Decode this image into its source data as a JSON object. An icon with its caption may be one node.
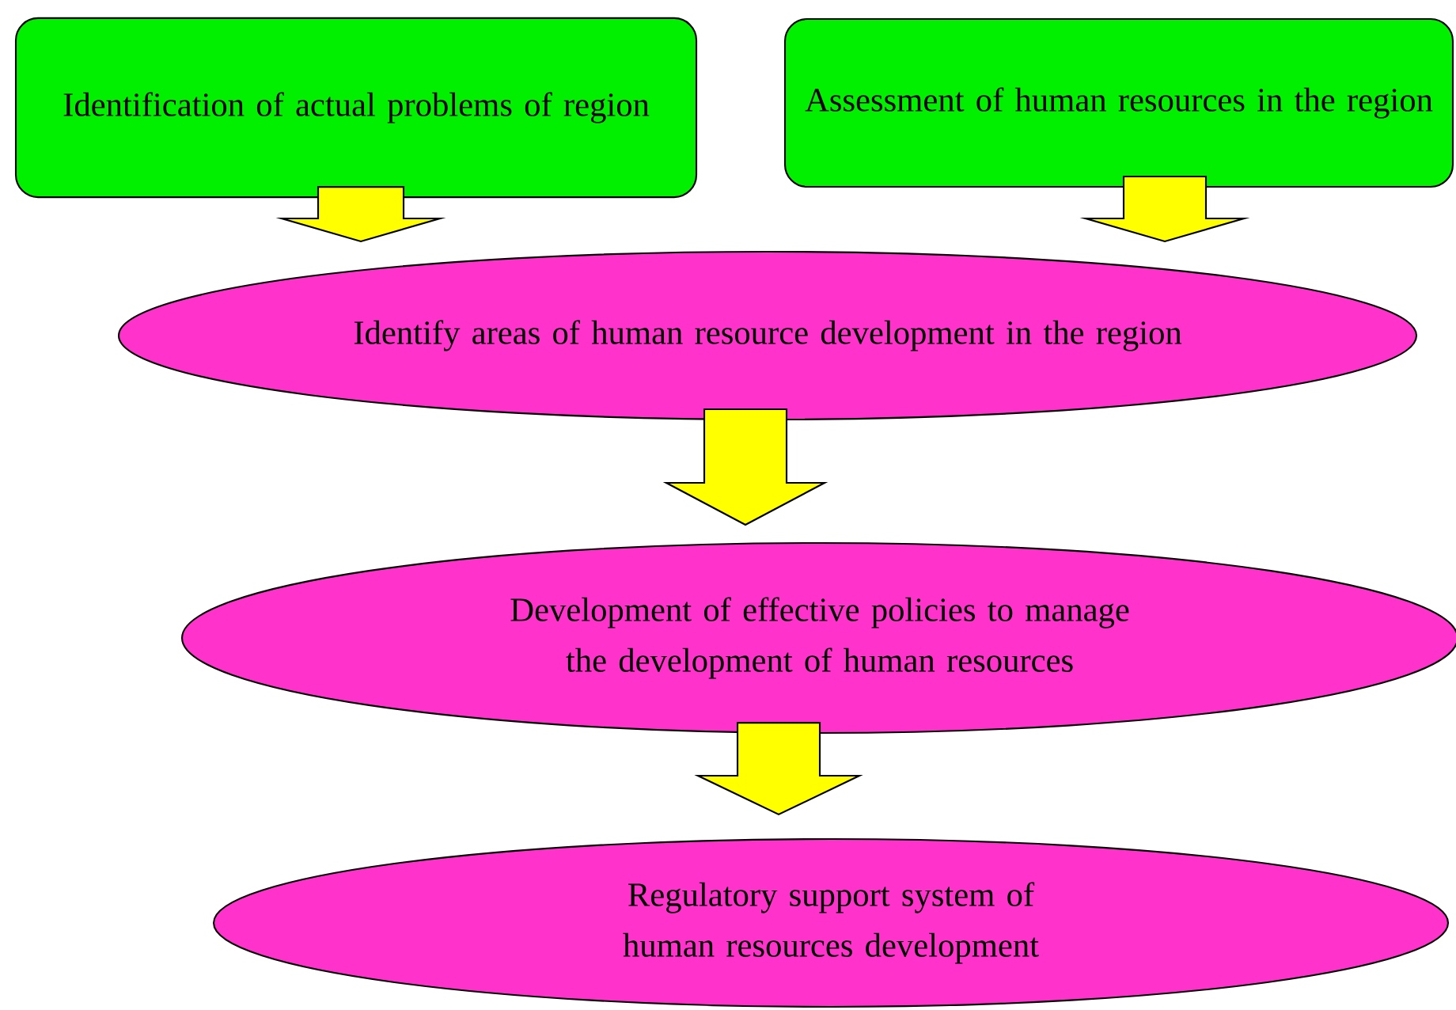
{
  "diagram": {
    "nodes": [
      {
        "text": [
          "Identification of actual problems of region"
        ]
      },
      {
        "text": [
          "Assessment of human resources in the region"
        ]
      },
      {
        "text": [
          "Identify areas of human resource development in the region"
        ]
      },
      {
        "text": [
          "Development of effective policies to manage the development of human resources"
        ]
      },
      {
        "text": [
          "Regulatory support system of human resources development"
        ]
      }
    ],
    "edges": [
      {
        "from": 0,
        "to": 2,
        "arrow": "to"
      },
      {
        "from": 1,
        "to": 2,
        "arrow": "to"
      },
      {
        "from": 2,
        "to": 3,
        "arrow": "to"
      },
      {
        "from": 3,
        "to": 4,
        "arrow": "to"
      }
    ]
  }
}
